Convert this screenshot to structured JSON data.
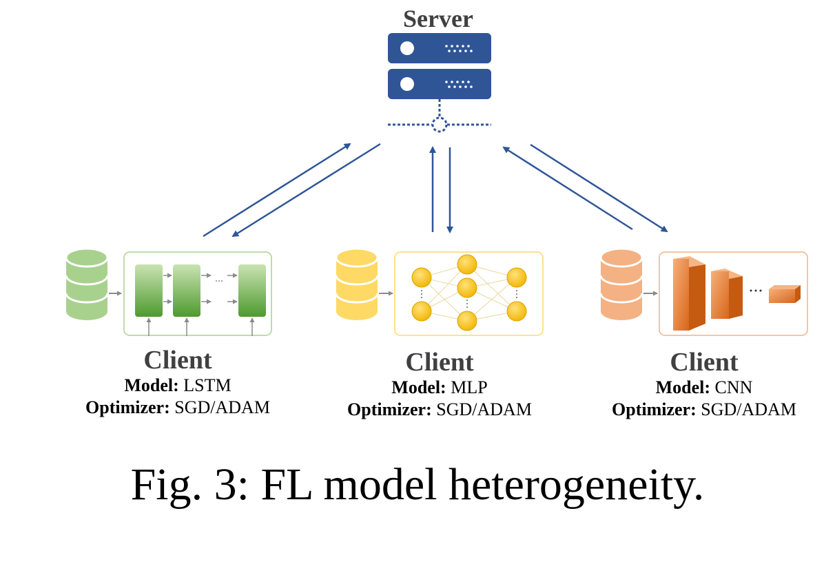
{
  "server": {
    "label": "Server",
    "icon": "server-rack-icon",
    "color": "#2f5597"
  },
  "clients": [
    {
      "label": "Client",
      "model_label": "Model:",
      "model": "LSTM",
      "optimizer_label": "Optimizer:",
      "optimizer": "SGD/ADAM",
      "color": "#70ad47",
      "icon": "lstm-chain-icon"
    },
    {
      "label": "Client",
      "model_label": "Model:",
      "model": "MLP",
      "optimizer_label": "Optimizer:",
      "optimizer": "SGD/ADAM",
      "color": "#f5c518",
      "icon": "mlp-network-icon"
    },
    {
      "label": "Client",
      "model_label": "Model:",
      "model": "CNN",
      "optimizer_label": "Optimizer:",
      "optimizer": "SGD/ADAM",
      "color": "#ed7d31",
      "icon": "cnn-blocks-icon"
    }
  ],
  "caption": "Fig. 3: FL model heterogeneity."
}
